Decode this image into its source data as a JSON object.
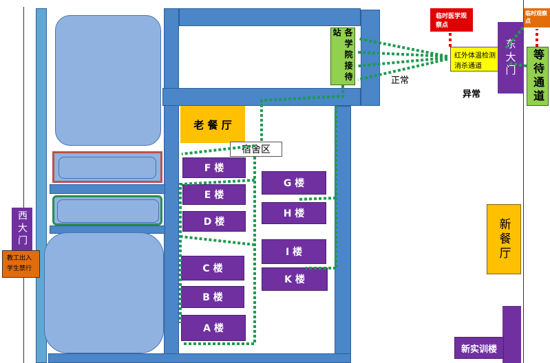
{
  "labels": {
    "temp_obs": "临时医学观察点",
    "temp_obs2": "临时观察点",
    "east_gate": "东大门",
    "waiting": "等待通道",
    "check": "红外体温检测消杀通道",
    "normal": "正常",
    "abnormal": "异常",
    "reception": "各学院接待站",
    "old_canteen": "老 餐 厅",
    "dorm": "宿舍区",
    "west_gate": "西大门",
    "staff": "教工出入学生禁行",
    "new_canteen": "新餐厅",
    "training": "新实训楼"
  },
  "buildings": [
    "F 楼",
    "E 楼",
    "D 楼",
    "C 楼",
    "B 楼",
    "A 楼",
    "G 楼",
    "H 楼",
    "I 楼",
    "K 楼"
  ],
  "colors": {
    "road": "#4a86c8",
    "building": "#7030a0",
    "arrow": "#1e9a50",
    "red": "#e00000",
    "orange": "#e36c0a"
  }
}
